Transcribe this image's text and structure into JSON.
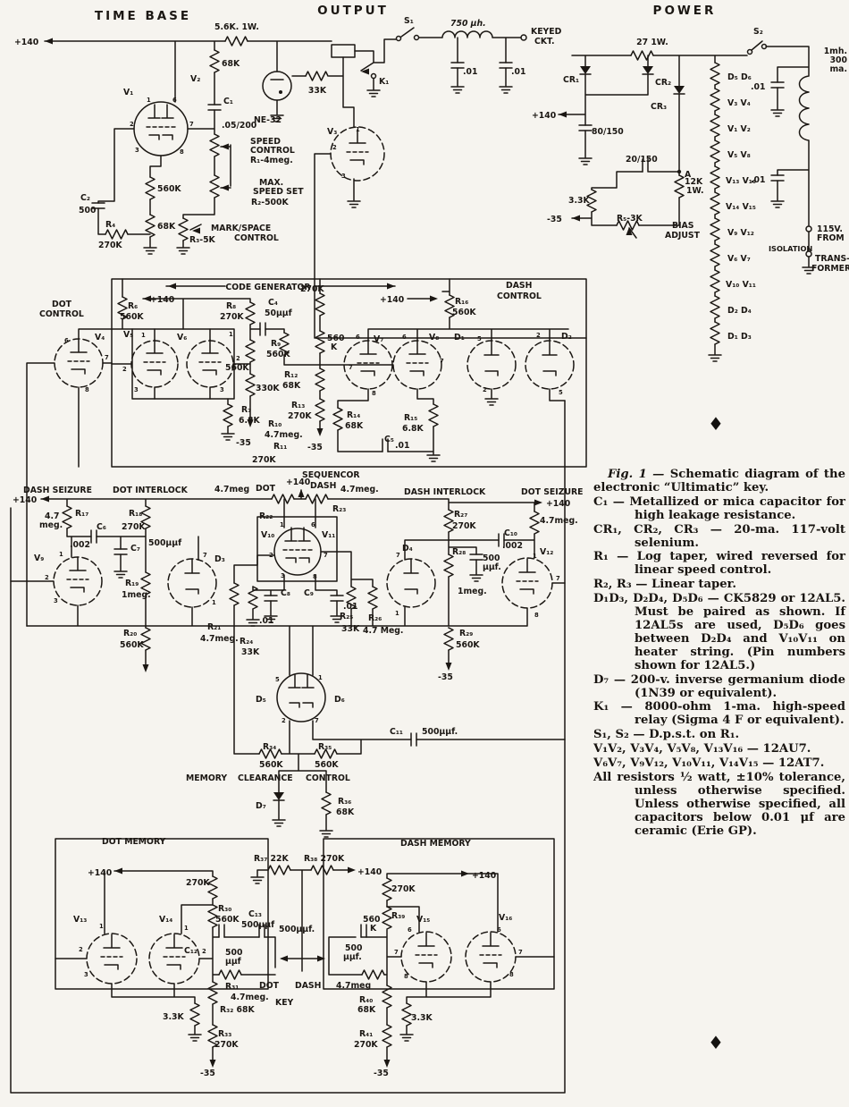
{
  "palette": {
    "bg": "#f6f4ef",
    "ink": "#1b1713"
  },
  "titles": {
    "time_base": "TIME BASE",
    "output": "OUTPUT",
    "power": "POWER"
  },
  "labels": {
    "tb_p140": "+140",
    "tb_r_56k": "5.6K. 1W.",
    "tb_r_68k_top": "68K",
    "tb_ne32": "NE-32",
    "tb_v1": "V₁",
    "tb_v2": "V₂",
    "tb_c1": "C₁",
    "tb_c1_val": ".05/200",
    "tb_speed_1": "SPEED",
    "tb_speed_2": "CONTROL",
    "tb_speed_3": "R₁-4meg.",
    "tb_max_1": "MAX.",
    "tb_max_2": "SPEED SET",
    "tb_max_3": "R₂-500K",
    "tb_mark_1": "MARK/SPACE",
    "tb_mark_2": "CONTROL",
    "tb_r3": "R₃-5K",
    "tb_r_560k": "560K",
    "tb_r_68k_bot": "68K",
    "tb_c2": "C₂",
    "tb_c2_val": "500",
    "tb_r4": "R₄",
    "tb_r4_val": "270K",
    "out_33k": "33K",
    "out_k1": "K₁",
    "out_s1": "S₁",
    "out_l750": "750 μh.",
    "out_keyed_1": "KEYED",
    "out_keyed_2": "CKT.",
    "out_01_a": ".01",
    "out_01_b": ".01",
    "out_v3": "V₃",
    "out_p140": "+140",
    "pw_27": "27 1W.",
    "pw_s2": "S₂",
    "pw_cr1": "CR₁",
    "pw_cr2": "CR₂",
    "pw_cr3": "CR₃",
    "pw_80150": "80/150",
    "pw_20150": "20/150",
    "pw_a": "A",
    "pw_12k_1": "12K",
    "pw_12k_2": "1W.",
    "pw_33k": "3.3K",
    "pw_r5": "R₅-3K",
    "pw_bias_1": "BIAS",
    "pw_bias_2": "ADJUST",
    "pw_m35": "-35",
    "pw_h1": "D₅ D₆",
    "pw_h2": "V₃ V₄",
    "pw_h3": "V₁ V₂",
    "pw_h4": "V₅ V₈",
    "pw_h5": "V₁₃ V₁₆",
    "pw_h6": "V₁₄ V₁₅",
    "pw_h7": "V₉ V₁₂",
    "pw_h8": "V₆ V₇",
    "pw_h9": "V₁₀ V₁₁",
    "pw_h10": "D₂ D₄",
    "pw_h11": "D₁ D₃",
    "pw_choke_1": "1mh.",
    "pw_choke_2": "300",
    "pw_choke_3": "ma.",
    "pw_01_a": ".01",
    "pw_01_b": ".01",
    "pw_115_1": "115V.",
    "pw_115_2": "FROM",
    "pw_115_3": "ISOLATION",
    "pw_115_4": "TRANS-",
    "pw_115_5": "FORMER",
    "cg_title": "CODE GENERATOR",
    "cg_dot_1": "DOT",
    "cg_dot_2": "CONTROL",
    "cg_dash_1": "DASH",
    "cg_dash_2": "CONTROL",
    "cg_p140_l": "+140",
    "cg_p140_r": "+140",
    "cg_r6": "R₆",
    "cg_r6_val": "560K",
    "cg_r8": "R₈",
    "cg_r8_val": "270K",
    "cg_c4": "C₄",
    "cg_c4_val": "50μμf",
    "cg_r9": "R₉",
    "cg_r9_val": "560K",
    "cg_560_mid": "560K",
    "cg_270_top": "270K",
    "cg_560_b1": "560",
    "cg_560_b2": "K",
    "cg_r12": "R₁₂",
    "cg_r12_val": "68K",
    "cg_r13": "R₁₃",
    "cg_r13_val": "270K",
    "cg_r10": "R₁₀",
    "cg_r10_val": "4.7meg.",
    "cg_r11": "R₁₁",
    "cg_r11_val": "270K",
    "cg_330": "330K",
    "cg_m35_a": "-35",
    "cg_m35_b": "-35",
    "cg_r7": "R₇",
    "cg_r7_val": "6.8K",
    "cg_r14": "R₁₄",
    "cg_r14_val": "68K",
    "cg_r15": "R₁₅",
    "cg_r15_val": "6.8K",
    "cg_c5": "C₅",
    "cg_c5_val": ".01",
    "cg_r16": "R₁₆",
    "cg_r16_val": "560K",
    "cg_v4": "V₄",
    "cg_v5": "V₅",
    "cg_v6": "V₆",
    "cg_v7": "V₇",
    "cg_v8": "V₈",
    "cg_d1": "D₁",
    "cg_d2": "D₂",
    "sq_title": "SEQUENCOR",
    "sq_dash_seizure": "DASH SEIZURE",
    "sq_dot_interlock": "DOT INTERLOCK",
    "sq_dash_interlock": "DASH INTERLOCK",
    "sq_dot_seizure": "DOT SEIZURE",
    "sq_dot": "DOT",
    "sq_dash": "DASH",
    "sq_p140_l": "+140",
    "sq_p140_c": "+140",
    "sq_p140_r": "+140",
    "sq_r22": "R₂₂",
    "sq_r22_val": "4.7meg",
    "sq_r23": "R₂₃",
    "sq_r23_val": "4.7meg.",
    "sq_r17": "R₁₇",
    "sq_r17_v1": "4.7",
    "sq_r17_v2": "meg.",
    "sq_c6": "C₆",
    "sq_c6_val": ".002",
    "sq_r18": "R₁₈",
    "sq_r18_val": "270K",
    "sq_c7": "C₇",
    "sq_c7_val": "500μμf",
    "sq_v9": "V₉",
    "sq_r19": "R₁₉",
    "sq_r19_val": "1meg.",
    "sq_r20": "R₂₀",
    "sq_r20_val": "560K",
    "sq_d3": "D₃",
    "sq_r21": "R₂₁",
    "sq_r21_val": "4.7meg.",
    "sq_r24": "R₂₄",
    "sq_r24_val": "33K",
    "sq_c8": "C₈",
    "sq_c8_val": ".01",
    "sq_c9": "C₉",
    "sq_c9_val": ".01",
    "sq_v10": "V₁₀",
    "sq_v11": "V₁₁",
    "sq_r25": "R₂₅",
    "sq_r25_val": "33K",
    "sq_r26": "R₂₆",
    "sq_r26_val": "4.7 Meg.",
    "sq_d4": "D₄",
    "sq_r27": "R₂₇",
    "sq_r27_val": "270K",
    "sq_r28": "R₂₈",
    "sq_r28_val": "1meg.",
    "sq_c500_1": "500",
    "sq_c500_2": "μμf.",
    "sq_c10": "C₁₀",
    "sq_c10_val": ".002",
    "sq_47meg_r": "4.7meg.",
    "sq_v12": "V₁₂",
    "sq_r29": "R₂₉",
    "sq_r29_val": "560K",
    "sq_m35": "-35",
    "mem_d5": "D₅",
    "mem_d6": "D₆",
    "mem_c11": "C₁₁",
    "mem_c11_val": "500μμf.",
    "mem_r34": "R₃₄",
    "mem_r34_val": "560K",
    "mem_r35": "R₃₅",
    "mem_r35_val": "560K",
    "mem_word": "MEMORY",
    "mem_clearance": "CLEARANCE",
    "mem_control": "CONTROL",
    "mem_d7": "D₇",
    "mem_r36": "R₃₆",
    "mem_r36_val": "68K",
    "dm_title": "DOT MEMORY",
    "dm_p140_l": "+140",
    "dm_270": "270K",
    "dm_v13": "V₁₃",
    "dm_v14": "V₁₄",
    "dm_r30": "R₃₀",
    "dm_r30_val": "560K",
    "dm_c13": "C₁₃",
    "dm_c13_val": "500μμf",
    "dm_c12": "C₁₂",
    "dm_c12_v1": "500",
    "dm_c12_v2": "μμf",
    "dm_r31": "R₃₁",
    "dm_r31_val": "4.7meg.",
    "dm_r32": "R₃₂ 68K",
    "dm_33k": "3.3K",
    "dm_r33": "R₃₃",
    "dm_r33_val": "270K",
    "dm_m35": "-35",
    "key_r37": "R₃₇ 22K",
    "key_r38": "R₃₈ 270K",
    "key_p140": "+140",
    "key_500": "500μμf.",
    "key_dot": "DOT",
    "key_dash": "DASH",
    "key_key": "KEY",
    "dh_title": "DASH MEMORY",
    "dh_p140": "+140",
    "dh_270": "270K",
    "dh_r39": "R₃₉",
    "dh_r39_v1": "560",
    "dh_r39_v2": "K",
    "dh_v15": "V₁₅",
    "dh_v16": "V₁₆",
    "dh_500_1": "500",
    "dh_500_2": "μμf.",
    "dh_47meg": "4.7meg",
    "dh_r40": "R₄₀",
    "dh_r40_val": "68K",
    "dh_r41": "R₄₁",
    "dh_r41_val": "270K",
    "dh_33k": "3.3K",
    "dh_m35": "-35"
  },
  "pins": {
    "n1": "1",
    "n2": "2",
    "n3": "3",
    "n5": "5",
    "n6": "6",
    "n7": "7",
    "n8": "8"
  },
  "caption": {
    "diamond": "♦",
    "fig_term": "Fig. 1 — ",
    "fig_rest": "Schematic diagram of the electronic “Ultimatic” key.",
    "entries": [
      "C₁ — Metallized or mica capacitor for high leakage resistance.",
      "CR₁, CR₂, CR₃ — 20-ma. 117-volt selenium.",
      "R₁ — Log taper, wired reversed for linear speed control.",
      "R₂, R₃ — Linear taper.",
      "D₁D₃, D₂D₄, D₅D₆ — CK5829 or 12AL5. Must be paired as shown. If 12AL5s are used, D₅D₆ goes between D₂D₄ and V₁₀V₁₁ on heater string. (Pin numbers shown for 12AL5.)",
      "D₇ — 200-v. inverse germanium diode (1N39 or equivalent).",
      "K₁ — 8000-ohm 1-ma. high-speed relay (Sigma 4 F or equivalent).",
      "S₁, S₂ — D.p.s.t. on R₁.",
      "V₁V₂, V₃V₄, V₅V₈, V₁₃V₁₆ — 12AU7.",
      "V₆V₇, V₉V₁₂, V₁₀V₁₁, V₁₄V₁₅ — 12AT7.",
      "All resistors ½ watt, ±10% tolerance, unless otherwise specified. Unless otherwise specified, all capacitors below 0.01 μf are ceramic (Erie GP)."
    ]
  }
}
